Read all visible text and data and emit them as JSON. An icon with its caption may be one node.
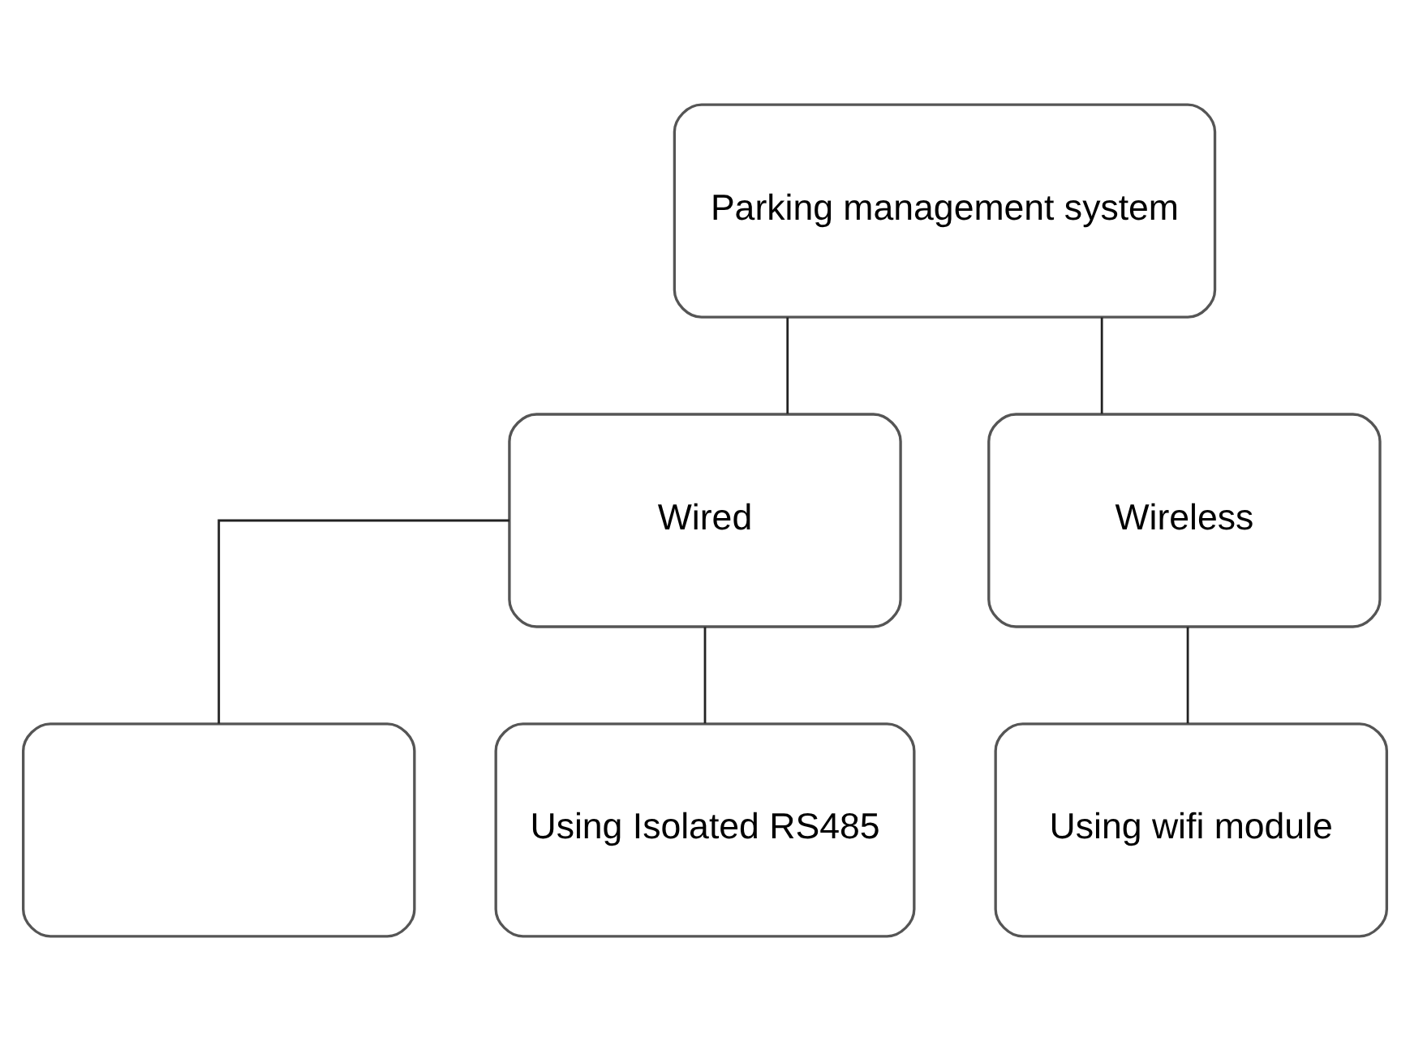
{
  "diagram": {
    "nodes": [
      {
        "text": [
          "Parking management system"
        ]
      },
      {
        "text": [
          "Wired"
        ]
      },
      {
        "text": [
          "Wireless"
        ]
      },
      {
        "text": [],
        "shape": "box"
      },
      {
        "text": [
          "Using Isolated RS485"
        ]
      },
      {
        "text": [
          "Using wifi module"
        ]
      }
    ],
    "edges": [
      {
        "from": 0,
        "to": 1,
        "arrow": "none"
      },
      {
        "from": 0,
        "to": 2,
        "arrow": "none"
      },
      {
        "from": 1,
        "to": 3,
        "arrow": "none"
      },
      {
        "from": 1,
        "to": 4,
        "arrow": "none"
      },
      {
        "from": 2,
        "to": 5,
        "arrow": "none"
      }
    ]
  }
}
